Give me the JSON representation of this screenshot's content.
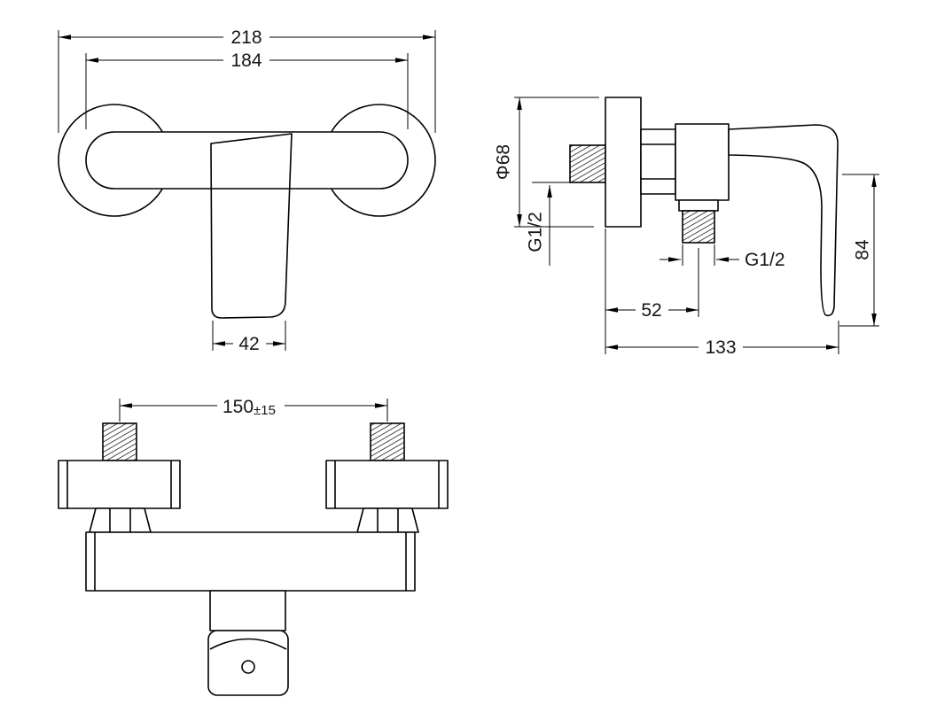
{
  "colors": {
    "line": "#000000",
    "background": "#ffffff"
  },
  "front_view": {
    "overall_width": "218",
    "body_width": "184",
    "handle_width": "42"
  },
  "side_view": {
    "flange_diameter": "Φ68",
    "inlet_thread": "G1/2",
    "outlet_thread": "G1/2",
    "wall_to_outlet": "52",
    "total_depth": "133",
    "handle_drop": "84"
  },
  "bottom_view": {
    "hole_spacing": "150",
    "hole_spacing_tolerance": "±15"
  }
}
